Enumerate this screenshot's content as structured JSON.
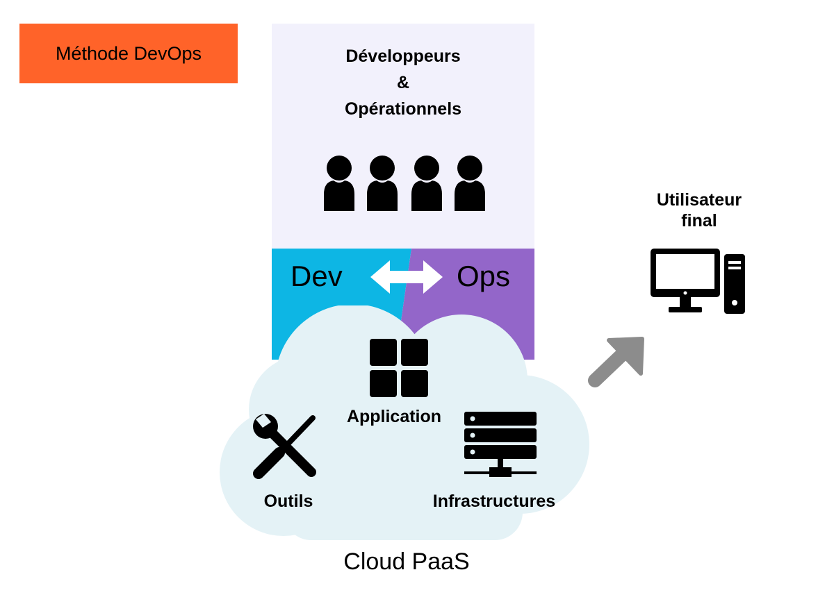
{
  "method": {
    "label": "Méthode DevOps"
  },
  "team": {
    "title_lines": [
      "Développeurs",
      "&",
      "Opérationnels"
    ],
    "people_icon": "people-icon",
    "people_count": 4
  },
  "devops": {
    "dev_label": "Dev",
    "ops_label": "Ops",
    "arrow_icon": "double-arrow-icon"
  },
  "cloud": {
    "caption": "Cloud PaaS",
    "items": {
      "application": {
        "label": "Application",
        "icon": "app-grid-icon"
      },
      "tools": {
        "label": "Outils",
        "icon": "wrench-screwdriver-icon"
      },
      "infrastructure": {
        "label": "Infrastructures",
        "icon": "server-rack-icon"
      }
    }
  },
  "end_user": {
    "label_lines": [
      "Utilisateur",
      "final"
    ],
    "icon": "desktop-computer-icon",
    "arrow_icon": "arrow-up-right-icon"
  },
  "colors": {
    "method_bg": "#ff6329",
    "team_bg": "#f2f1fc",
    "dev": "#0db6e4",
    "ops": "#9366c9",
    "cloud": "#e4f2f6",
    "arrow": "#8c8c8c"
  }
}
